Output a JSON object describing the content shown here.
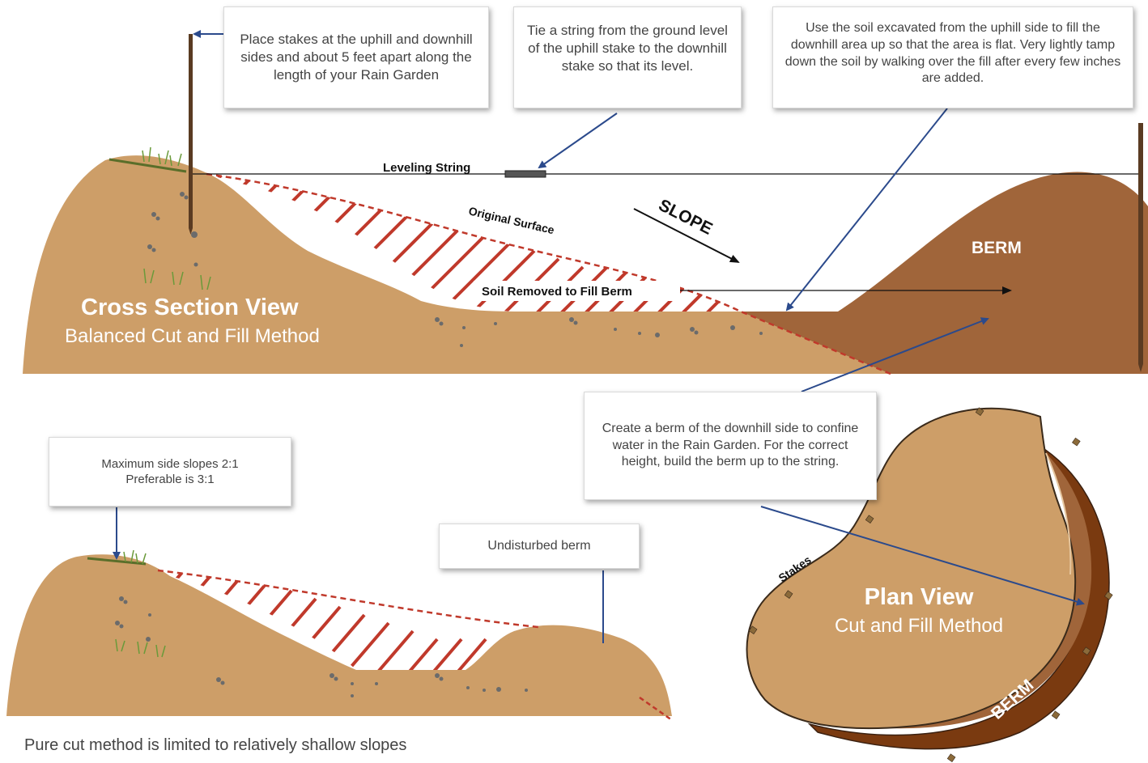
{
  "callouts": {
    "stakes": "Place stakes at the uphill and downhill sides and about 5 feet apart along the length of your Rain Garden",
    "string": "Tie a string from the ground level of the uphill stake to the downhill stake so that its level.",
    "fill": "Use the soil excavated from the uphill side to fill the downhill area up so that the area is flat. Very lightly tamp down the soil by walking over the fill after every few inches are added.",
    "berm": "Create a berm of the downhill side to confine water in the Rain Garden.  For the correct height, build the berm up to the string.",
    "side_slopes": "Maximum side slopes 2:1 Preferable is 3:1",
    "undisturbed": "Undisturbed berm"
  },
  "cross_section": {
    "leveling_string": "Leveling String",
    "original_surface": "Original Surface",
    "slope": "SLOPE",
    "soil_removed": "Soil Removed to Fill Berm",
    "berm": "BERM",
    "title": "Cross Section View",
    "subtitle": "Balanced Cut and Fill Method"
  },
  "plan_view": {
    "title": "Plan View",
    "subtitle": "Cut and Fill Method",
    "stakes": "Stakes",
    "berm": "BERM"
  },
  "caption": "Pure cut method is limited to relatively shallow slopes",
  "colors": {
    "soil": "#cd9e68",
    "berm": "#a0653a",
    "berm_dark": "#7a3a10",
    "hatch": "#c0392b",
    "arrow": "#2b4a8c"
  }
}
